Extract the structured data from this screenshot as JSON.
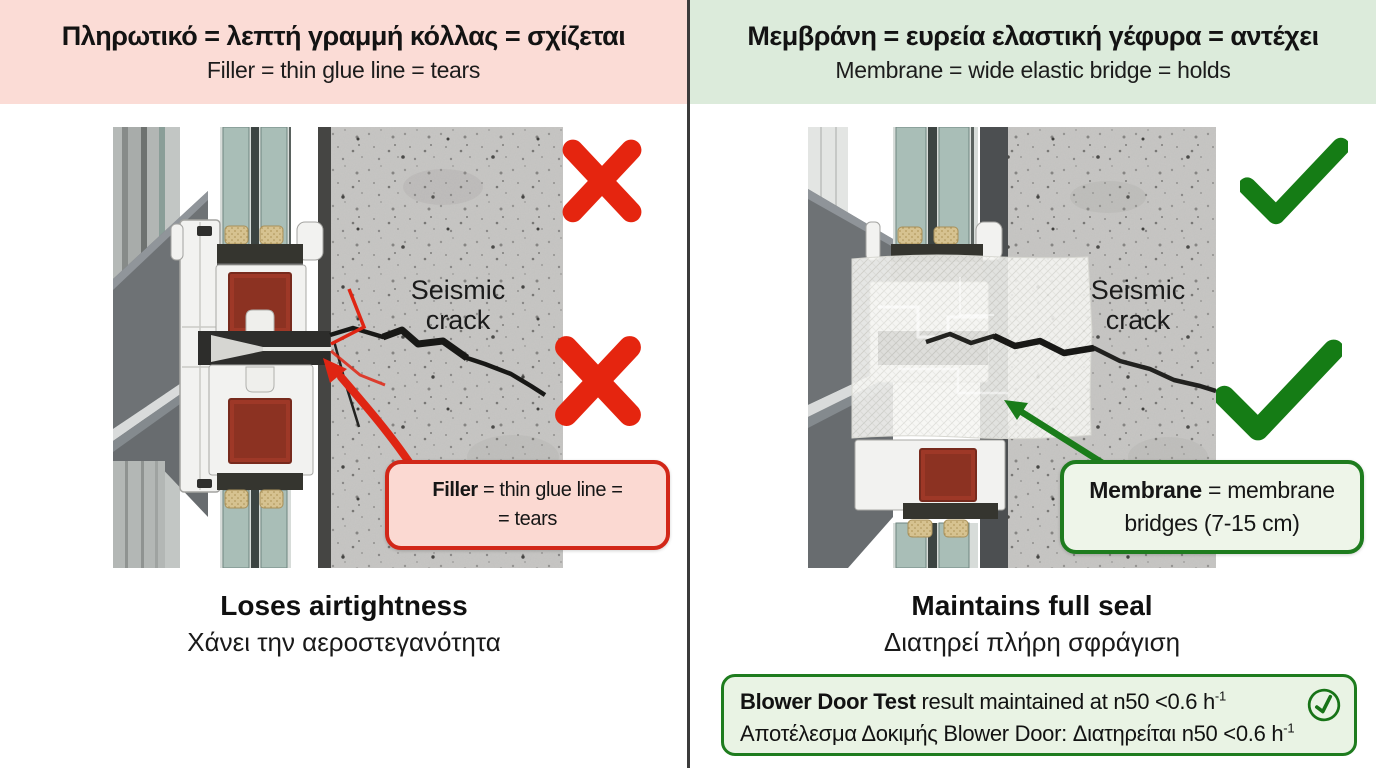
{
  "panels": {
    "left": {
      "header": {
        "line_el": "Πληρωτικό = λεπτή γραμμή κόλλας = σχίζεται",
        "line_en": "Filler = thin glue line = tears"
      },
      "figure": {
        "crack_label_line1": "Seismic",
        "crack_label_line2": "crack"
      },
      "callout": {
        "bold": "Filler",
        "rest": " = thin glue line =",
        "line2": "= tears"
      },
      "result": {
        "en": "Loses airtightness",
        "el": "Χάνει την αεροστεγανότητα"
      }
    },
    "right": {
      "header": {
        "line_el": "Μεμβράνη = ευρεία ελαστική γέφυρα = αντέχει",
        "line_en": "Membrane = wide elastic bridge = holds"
      },
      "figure": {
        "crack_label_line1": "Seismic",
        "crack_label_line2": "crack"
      },
      "callout": {
        "bold": "Membrane",
        "rest": " = membrane",
        "line2": "bridges (7-15 cm)"
      },
      "result": {
        "en": "Maintains full seal",
        "el": "Διατηρεί πλήρη σφράγιση"
      },
      "blower": {
        "bold": "Blower Door Test",
        "rest": " result maintained at n50 <0.6 h",
        "sup": "-1",
        "line2_pre": "Αποτέλεσμα Δοκιμής Blower Door: Διατηρείται n50 <0.6 h",
        "line2_sup": "-1"
      }
    }
  },
  "colors": {
    "accent-red": "#e5250f",
    "accent-green": "#157c15",
    "pink-band": "#fbdcd6",
    "green-band": "#dcebdb",
    "callout-red-border": "#d22718",
    "callout-red-bg": "#fbd9d2",
    "callout-green-border": "#1e7c1e",
    "callout-green-bg": "#eef5e9",
    "blower-border": "#1e7c1e",
    "blower-bg": "#e9f3e4",
    "divider": "#3b3b3b",
    "text": "#141414"
  }
}
